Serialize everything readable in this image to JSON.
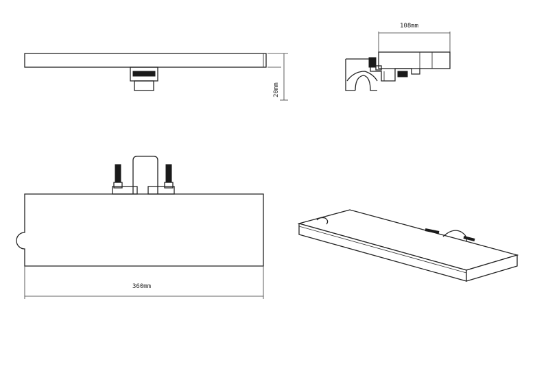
{
  "drawing": {
    "dimensions": {
      "length": "360mm",
      "depth": "108mm",
      "thickness": "20mm"
    },
    "views": [
      "top-view",
      "side-view",
      "front-view",
      "isometric-view"
    ]
  }
}
